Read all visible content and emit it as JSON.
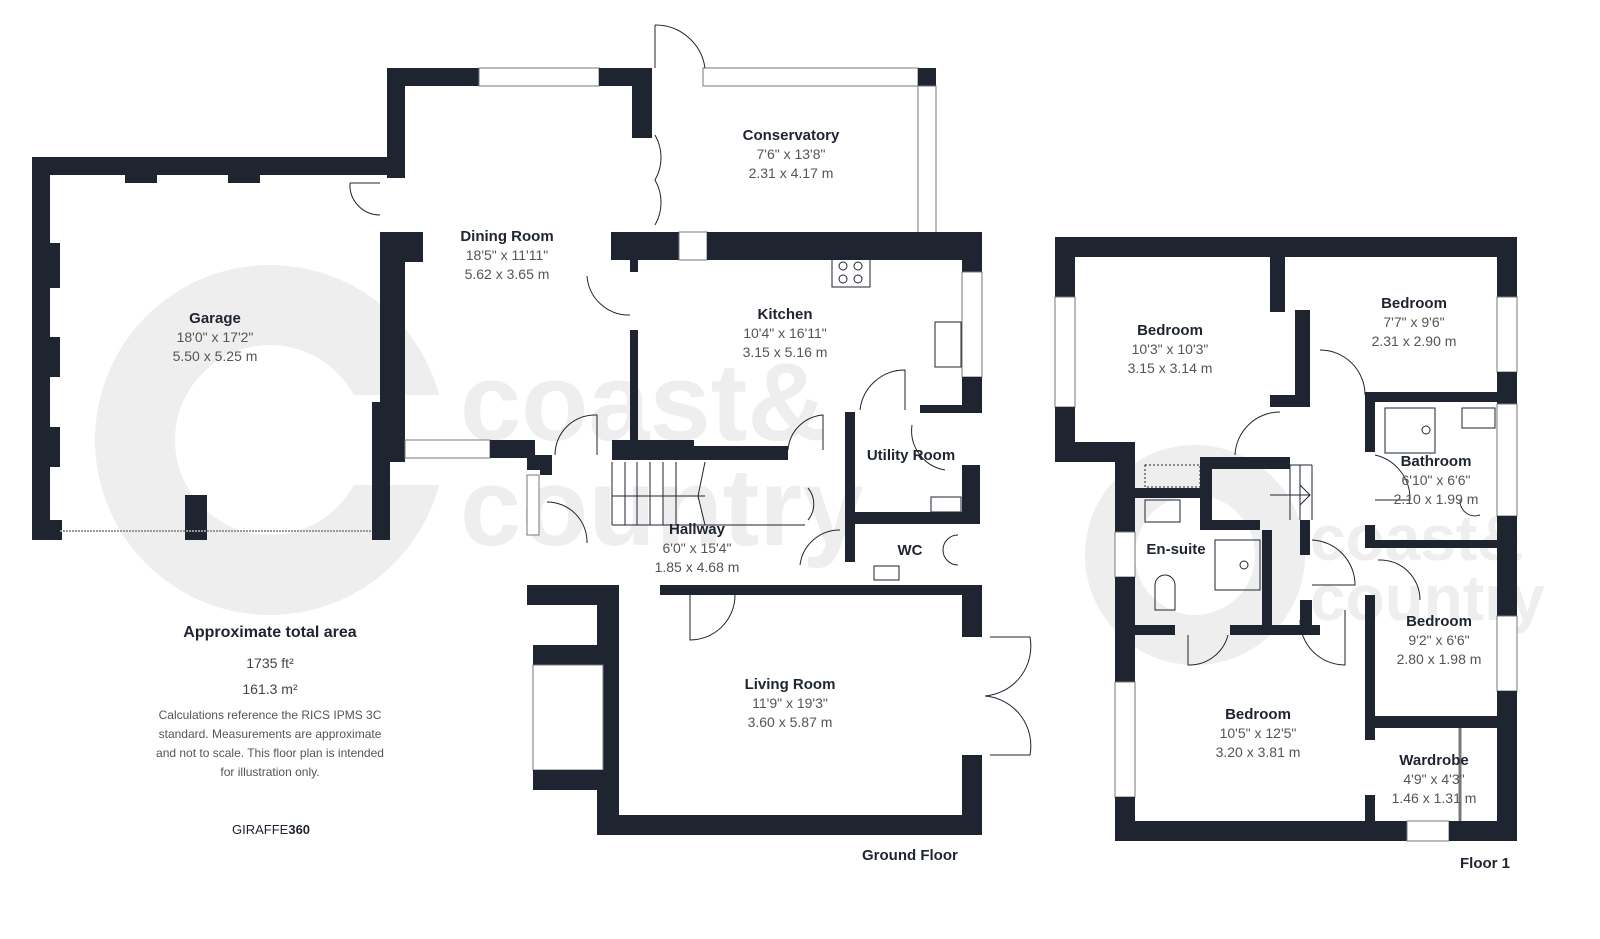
{
  "watermark": {
    "brand_line1": "coast&",
    "brand_line2": "country"
  },
  "floors": [
    {
      "label": "Ground Floor",
      "rooms": [
        {
          "name": "Garage",
          "imperial": "18'0\" x 17'2\"",
          "metric": "5.50 x 5.25 m"
        },
        {
          "name": "Dining Room",
          "imperial": "18'5\" x 11'11\"",
          "metric": "5.62 x 3.65 m"
        },
        {
          "name": "Conservatory",
          "imperial": "7'6\" x 13'8\"",
          "metric": "2.31 x 4.17 m"
        },
        {
          "name": "Kitchen",
          "imperial": "10'4\" x 16'11\"",
          "metric": "3.15 x 5.16 m"
        },
        {
          "name": "Utility Room",
          "imperial": "",
          "metric": ""
        },
        {
          "name": "Hallway",
          "imperial": "6'0\" x 15'4\"",
          "metric": "1.85 x 4.68 m"
        },
        {
          "name": "WC",
          "imperial": "",
          "metric": ""
        },
        {
          "name": "Living Room",
          "imperial": "11'9\" x 19'3\"",
          "metric": "3.60 x 5.87 m"
        }
      ]
    },
    {
      "label": "Floor 1",
      "rooms": [
        {
          "name": "Bedroom",
          "imperial": "10'3\" x 10'3\"",
          "metric": "3.15 x 3.14 m"
        },
        {
          "name": "Bedroom",
          "imperial": "7'7\" x 9'6\"",
          "metric": "2.31 x 2.90 m"
        },
        {
          "name": "Bathroom",
          "imperial": "6'10\" x 6'6\"",
          "metric": "2.10 x 1.99 m"
        },
        {
          "name": "En-suite",
          "imperial": "",
          "metric": ""
        },
        {
          "name": "Bedroom",
          "imperial": "9'2\" x 6'6\"",
          "metric": "2.80 x 1.98 m"
        },
        {
          "name": "Bedroom",
          "imperial": "10'5\" x 12'5\"",
          "metric": "3.20 x 3.81 m"
        },
        {
          "name": "Wardrobe",
          "imperial": "4'9\" x 4'3\"",
          "metric": "1.46 x 1.31 m"
        }
      ]
    }
  ],
  "area": {
    "title": "Approximate total area",
    "sqft": "1735 ft²",
    "sqm": "161.3 m²",
    "note": "Calculations reference the RICS IPMS 3C standard. Measurements are approximate and not to scale. This floor plan is intended for illustration only."
  },
  "brand": {
    "prefix": "GIRAFFE",
    "suffix": "360"
  },
  "colors": {
    "wall": "#1e2530",
    "dim_text": "#555555",
    "watermark": "#eeeeee"
  }
}
